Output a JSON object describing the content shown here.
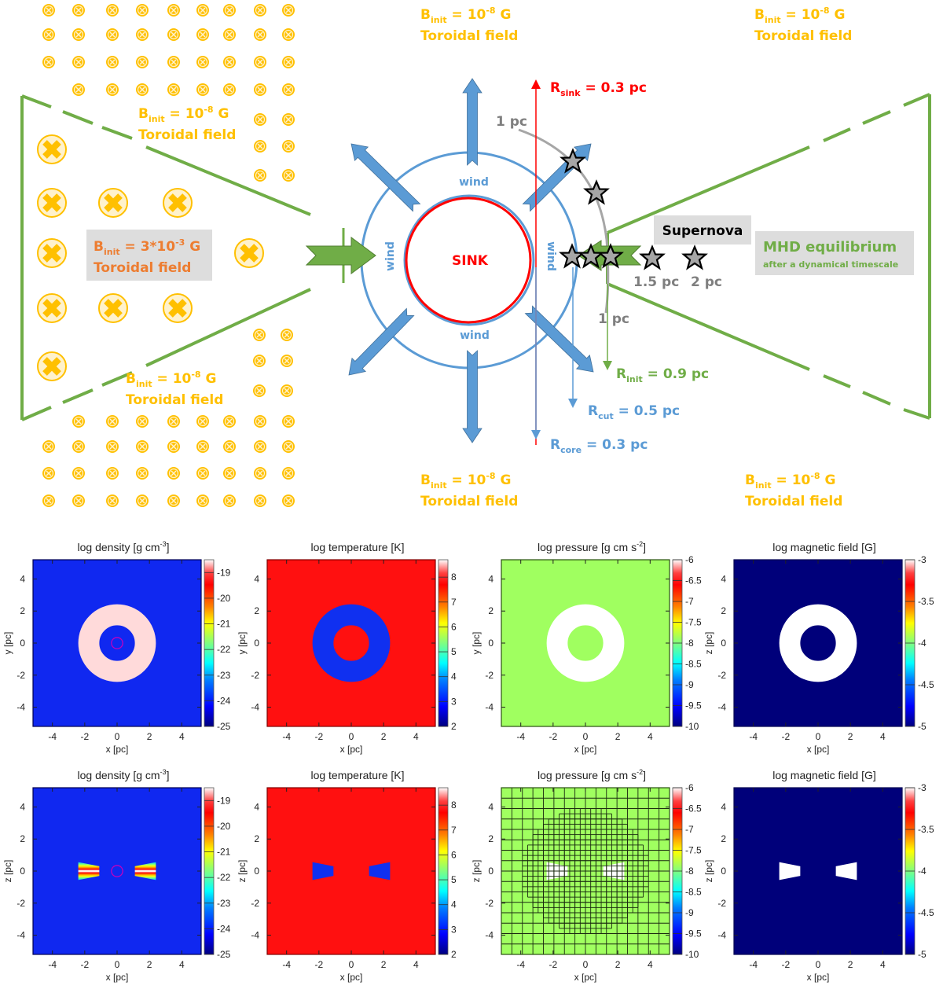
{
  "diagram": {
    "field_labels": {
      "weak_line1_base": "B",
      "weak_line1_sub": "init",
      "weak_line1_rest": " = 10",
      "weak_line1_exp": "-8",
      "weak_line1_unit": " G",
      "weak_line2": "Toroidal field",
      "strong_line1_base": "B",
      "strong_line1_sub": "init",
      "strong_line1_rest": " = 3*10",
      "strong_line1_exp": "-3",
      "strong_line1_unit": " G",
      "strong_line2": "Toroidal field"
    },
    "sink_label": "SINK",
    "wind_label": "wind",
    "r_sink": {
      "base": "R",
      "sub": "sink",
      "rest": " = 0.3 pc"
    },
    "r_init": {
      "base": "R",
      "sub": "init",
      "rest": " = 0.9 pc"
    },
    "r_cut": {
      "base": "R",
      "sub": "cut",
      "rest": " = 0.5 pc"
    },
    "r_core": {
      "base": "R",
      "sub": "core",
      "rest": " = 0.3 pc"
    },
    "distance_labels": [
      "1 pc",
      "1 pc",
      "1.5 pc",
      "2 pc"
    ],
    "supernova_label": "Supernova",
    "mhd_title": "MHD equilibrium",
    "mhd_subtitle": "after a dynamical timescale",
    "colors": {
      "field_yellow": "#FFC000",
      "field_orange": "#ED7D31",
      "green": "#70AD47",
      "blue": "#5B9BD5",
      "red": "#FF0000",
      "gray": "#999999",
      "box_gray": "#DDDDDD"
    }
  },
  "chart_data": [
    {
      "type": "heatmap",
      "title": "log density [g cm",
      "title_sup": "-3",
      "title_end": "]",
      "xlabel": "x [pc]",
      "ylabel": "y [pc]",
      "xlim": [
        -5.2,
        5.2
      ],
      "ylim": [
        -5.2,
        5.2
      ],
      "ticks": [
        -4,
        -2,
        0,
        2,
        4
      ],
      "colorbar_range": [
        -25,
        -18.5
      ],
      "colorbar_ticks": [
        "-19",
        "-20",
        "-21",
        "-22",
        "-23",
        "-24",
        "-25"
      ],
      "colorbar_tick_values": [
        -19,
        -20,
        -21,
        -22,
        -23,
        -24,
        -25
      ],
      "background_value": -24,
      "feature": "ring",
      "feature_value": -18.6,
      "ring_inner_radius_pc": 1.1,
      "ring_outer_radius_pc": 2.4,
      "sink_circle_radius_pc": 0.3
    },
    {
      "type": "heatmap",
      "title": "log temperature [K]",
      "title_sup": "",
      "title_end": "",
      "xlabel": "x [pc]",
      "ylabel": "y [pc]",
      "xlim": [
        -5.2,
        5.2
      ],
      "ylim": [
        -5.2,
        5.2
      ],
      "ticks": [
        -4,
        -2,
        0,
        2,
        4
      ],
      "colorbar_range": [
        2,
        8.7
      ],
      "colorbar_ticks": [
        "8",
        "7",
        "6",
        "5",
        "4",
        "3",
        "2"
      ],
      "colorbar_tick_values": [
        8,
        7,
        6,
        5,
        4,
        3,
        2
      ],
      "background_value": 7.8,
      "feature": "ring",
      "feature_value": 2.8,
      "ring_inner_radius_pc": 1.1,
      "ring_outer_radius_pc": 2.4
    },
    {
      "type": "heatmap",
      "title": "log pressure [g cm s",
      "title_sup": "-2",
      "title_end": "]",
      "xlabel": "x [pc]",
      "ylabel": "y [pc]",
      "xlim": [
        -5.2,
        5.2
      ],
      "ylim": [
        -5.2,
        5.2
      ],
      "ticks": [
        -4,
        -2,
        0,
        2,
        4
      ],
      "colorbar_range": [
        -10,
        -6
      ],
      "colorbar_ticks": [
        "-6",
        "-6.5",
        "-7",
        "-7.5",
        "-8",
        "-8.5",
        "-9",
        "-9.5",
        "-10"
      ],
      "colorbar_tick_values": [
        -6,
        -6.5,
        -7,
        -7.5,
        -8,
        -8.5,
        -9,
        -9.5,
        -10
      ],
      "background_value": -7.9,
      "feature": "ring",
      "feature_value": -6,
      "ring_inner_radius_pc": 1.1,
      "ring_outer_radius_pc": 2.4
    },
    {
      "type": "heatmap",
      "title": "log magnetic field [G]",
      "title_sup": "",
      "title_end": "",
      "xlabel": "x [pc]",
      "ylabel": "z [pc]",
      "xlim": [
        -5.2,
        5.2
      ],
      "ylim": [
        -5.2,
        5.2
      ],
      "ticks": [
        -4,
        -2,
        0,
        2,
        4
      ],
      "colorbar_range": [
        -5,
        -3
      ],
      "colorbar_ticks": [
        "-3",
        "-3.5",
        "-4",
        "-4.5",
        "-5"
      ],
      "colorbar_tick_values": [
        -3,
        -3.5,
        -4,
        -4.5,
        -5
      ],
      "background_value": -5,
      "feature": "ring",
      "feature_value": -3,
      "ring_inner_radius_pc": 1.1,
      "ring_outer_radius_pc": 2.4
    },
    {
      "type": "heatmap",
      "title": "log density [g cm",
      "title_sup": "-3",
      "title_end": "]",
      "xlabel": "x [pc]",
      "ylabel": "z [pc]",
      "xlim": [
        -5.2,
        5.2
      ],
      "ylim": [
        -5.2,
        5.2
      ],
      "ticks": [
        -4,
        -2,
        0,
        2,
        4
      ],
      "colorbar_range": [
        -25,
        -18.5
      ],
      "colorbar_ticks": [
        "-19",
        "-20",
        "-21",
        "-22",
        "-23",
        "-24",
        "-25"
      ],
      "colorbar_tick_values": [
        -19,
        -20,
        -21,
        -22,
        -23,
        -24,
        -25
      ],
      "background_value": -24,
      "feature": "wedges",
      "feature_value": -18.6,
      "wedge_inner_pc": 1.1,
      "wedge_outer_pc": 2.4,
      "sink_circle_radius_pc": 0.3
    },
    {
      "type": "heatmap",
      "title": "log temperature [K]",
      "title_sup": "",
      "title_end": "",
      "xlabel": "x [pc]",
      "ylabel": "z [pc]",
      "xlim": [
        -5.2,
        5.2
      ],
      "ylim": [
        -5.2,
        5.2
      ],
      "ticks": [
        -4,
        -2,
        0,
        2,
        4
      ],
      "colorbar_range": [
        2,
        8.7
      ],
      "colorbar_ticks": [
        "8",
        "7",
        "6",
        "5",
        "4",
        "3",
        "2"
      ],
      "colorbar_tick_values": [
        8,
        7,
        6,
        5,
        4,
        3,
        2
      ],
      "background_value": 7.8,
      "feature": "wedges",
      "feature_value": 2.8,
      "wedge_inner_pc": 1.1,
      "wedge_outer_pc": 2.4
    },
    {
      "type": "heatmap",
      "title": "log pressure [g cm s",
      "title_sup": "-2",
      "title_end": "]",
      "xlabel": "x [pc]",
      "ylabel": "z [pc]",
      "xlim": [
        -5.2,
        5.2
      ],
      "ylim": [
        -5.2,
        5.2
      ],
      "ticks": [
        -4,
        -2,
        0,
        2,
        4
      ],
      "colorbar_range": [
        -10,
        -6
      ],
      "colorbar_ticks": [
        "-6",
        "-6.5",
        "-7",
        "-7.5",
        "-8",
        "-8.5",
        "-9",
        "-9.5",
        "-10"
      ],
      "colorbar_tick_values": [
        -6,
        -6.5,
        -7,
        -7.5,
        -8,
        -8.5,
        -9,
        -9.5,
        -10
      ],
      "background_value": -7.9,
      "feature": "wedges",
      "feature_value": -6,
      "wedge_inner_pc": 1.1,
      "wedge_outer_pc": 2.4,
      "amr_grid": true
    },
    {
      "type": "heatmap",
      "title": "log magnetic field [G]",
      "title_sup": "",
      "title_end": "",
      "xlabel": "x [pc]",
      "ylabel": "z [pc]",
      "xlim": [
        -5.2,
        5.2
      ],
      "ylim": [
        -5.2,
        5.2
      ],
      "ticks": [
        -4,
        -2,
        0,
        2,
        4
      ],
      "colorbar_range": [
        -5,
        -3
      ],
      "colorbar_ticks": [
        "-3",
        "-3.5",
        "-4",
        "-4.5",
        "-5"
      ],
      "colorbar_tick_values": [
        -3,
        -3.5,
        -4,
        -4.5,
        -5
      ],
      "background_value": -5,
      "feature": "wedges",
      "feature_value": -3,
      "wedge_inner_pc": 1.1,
      "wedge_outer_pc": 2.4
    }
  ]
}
